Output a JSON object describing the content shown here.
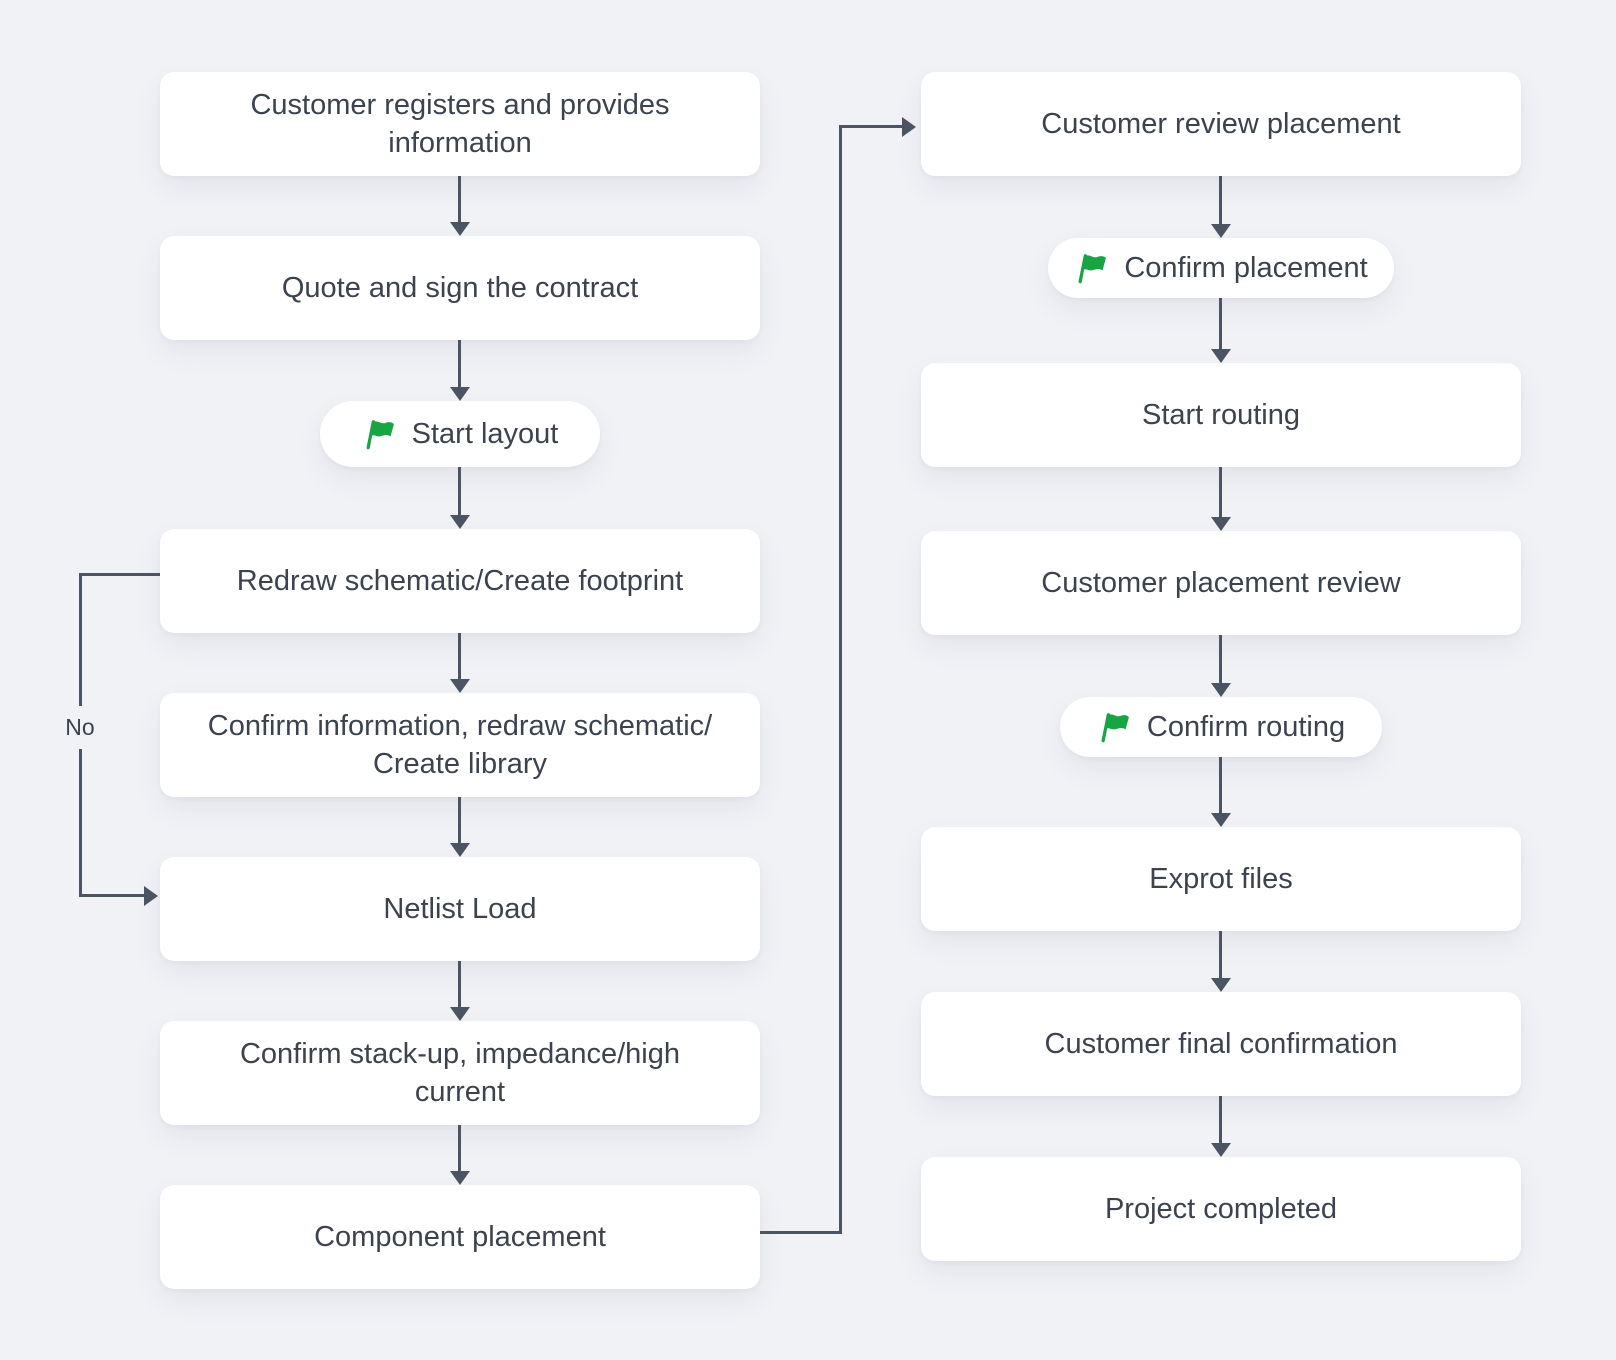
{
  "colors": {
    "background": "#f1f2f6",
    "node_bg": "#ffffff",
    "text": "#3c434e",
    "line": "#4b5462",
    "flag_green": "#17a443"
  },
  "flow": {
    "left": [
      {
        "type": "box",
        "label": "Customer registers and provides\ninformation"
      },
      {
        "type": "box",
        "label": "Quote and sign the contract"
      },
      {
        "type": "pill",
        "icon": "green-flag",
        "label": "Start layout"
      },
      {
        "type": "box",
        "label": "Redraw schematic/Create footprint"
      },
      {
        "type": "box",
        "label": "Confirm information, redraw schematic/\nCreate library"
      },
      {
        "type": "box",
        "label": "Netlist Load"
      },
      {
        "type": "box",
        "label": "Confirm stack-up, impedance/high\ncurrent"
      },
      {
        "type": "box",
        "label": "Component placement"
      }
    ],
    "right": [
      {
        "type": "box",
        "label": "Customer review placement"
      },
      {
        "type": "pill",
        "icon": "green-flag",
        "label": "Confirm placement"
      },
      {
        "type": "box",
        "label": "Start routing"
      },
      {
        "type": "box",
        "label": "Customer placement review"
      },
      {
        "type": "pill",
        "icon": "green-flag",
        "label": "Confirm routing"
      },
      {
        "type": "box",
        "label": "Exprot files"
      },
      {
        "type": "box",
        "label": "Customer final confirmation"
      },
      {
        "type": "box",
        "label": "Project completed"
      }
    ],
    "edge_labels": {
      "no": "No"
    }
  }
}
